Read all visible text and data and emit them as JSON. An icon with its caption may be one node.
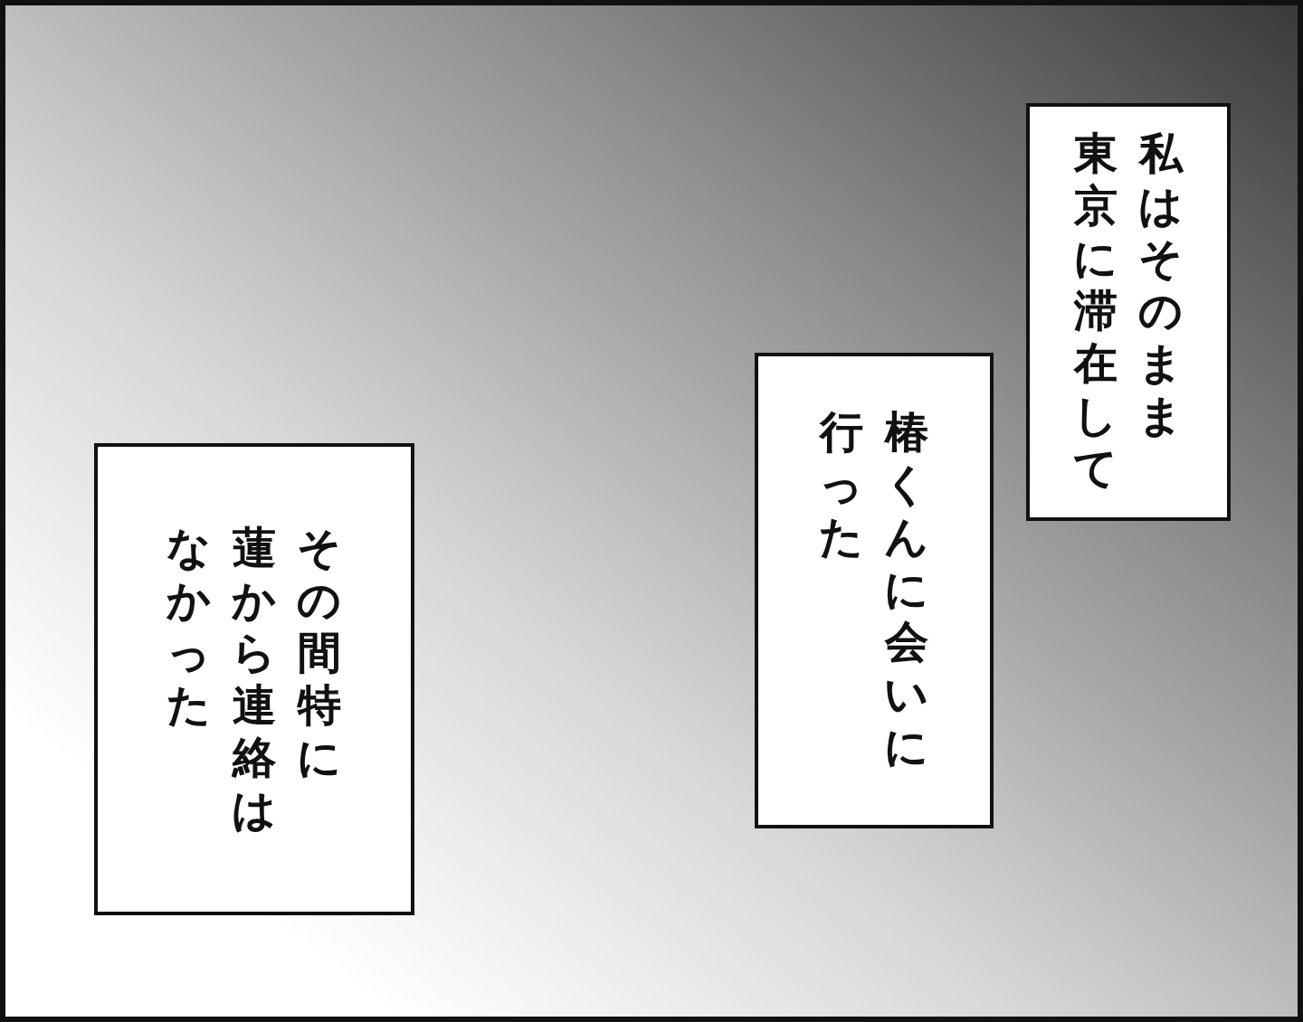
{
  "diagram": {
    "nodes": [
      {
        "text": [
          "私はそのまま東京に滞在して"
        ]
      },
      {
        "text": [
          "椿くんに会いに行った"
        ]
      },
      {
        "text": [
          "その間特に蓮から連絡はなかった"
        ]
      }
    ]
  }
}
